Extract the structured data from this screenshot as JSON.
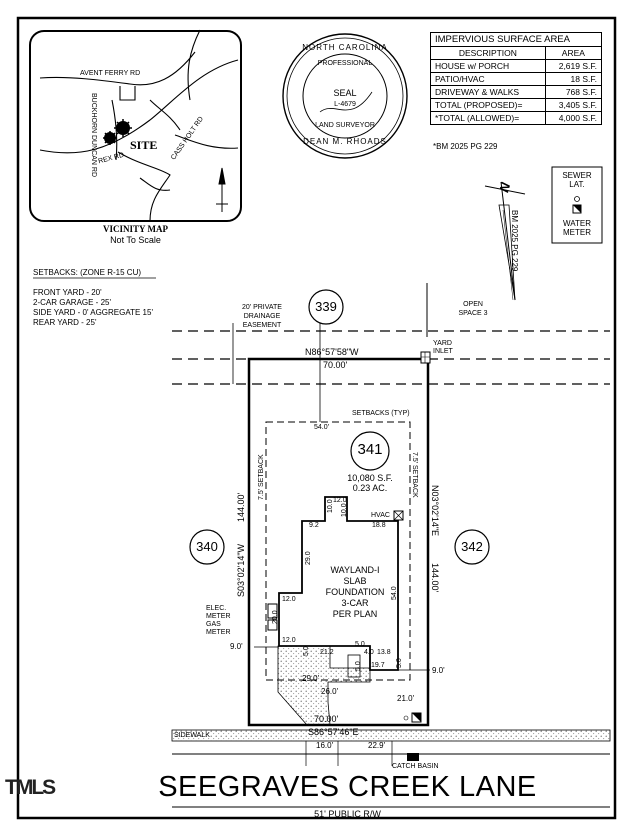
{
  "vicinity_map": {
    "title": "VICINITY MAP",
    "subtitle": "Not To Scale",
    "roads": [
      "AVENT FERRY RD",
      "BUCKHORN DUNCAN RD",
      "REX RD",
      "CASS HOLT RD"
    ],
    "site_label": "SITE"
  },
  "seal": {
    "state": "NORTH CAROLINA",
    "profession_top": "PROFESSIONAL",
    "word": "SEAL",
    "number": "L-4679",
    "profession_bottom": "LAND SURVEYOR",
    "name": "DEAN M. RHOADS"
  },
  "impervious_table": {
    "title": "IMPERVIOUS SURFACE AREA",
    "headers": [
      "DESCRIPTION",
      "AREA"
    ],
    "rows": [
      [
        "HOUSE w/ PORCH",
        "2,619 S.F."
      ],
      [
        "PATIO/HVAC",
        "18 S.F."
      ],
      [
        "DRIVEWAY & WALKS",
        "768 S.F."
      ],
      [
        "TOTAL (PROPOSED)=",
        "3,405 S.F."
      ],
      [
        "*TOTAL (ALLOWED)=",
        "4,000 S.F."
      ]
    ],
    "footnote": "*BM 2025 PG 229"
  },
  "legend": {
    "sewer_line1": "SEWER",
    "sewer_line2": "LAT.",
    "water_line1": "WATER",
    "water_line2": "METER"
  },
  "north_arrow": {
    "label": "N",
    "reference": "BM 2025 PG 229"
  },
  "setbacks": {
    "title": "SETBACKS: (ZONE R-15 CU)",
    "items": [
      "FRONT YARD - 20'",
      "2-CAR GARAGE - 25'",
      "SIDE YARD - 0' AGGREGATE 15'",
      "REAR YARD - 25'"
    ]
  },
  "plot": {
    "easement": [
      "20' PRIVATE",
      "DRAINAGE",
      "EASEMENT"
    ],
    "lot_339": "339",
    "open_space": [
      "OPEN",
      "SPACE 3"
    ],
    "yard_inlet": [
      "YARD",
      "INLET"
    ],
    "rear_bearing": "N86°57'58\"W",
    "rear_length": "70.00'",
    "setbacks_typ": "SETBACKS (TYP)",
    "dim_54": "54.0'",
    "lot_341": "341",
    "area_sf": "10,080 S.F.",
    "area_ac": "0.23 AC.",
    "side_setback_left": "7.5' SETBACK",
    "side_setback_right": "7.5' SETBACK",
    "left_bearing": "S03°02'14\"W",
    "left_length": "144.00'",
    "right_bearing": "N03°02'14\"E",
    "right_length": "144.00'",
    "lot_340": "340",
    "lot_342": "342",
    "hvac": "HVAC",
    "house": [
      "WAYLAND-I",
      "SLAB",
      "FOUNDATION",
      "3-CAR",
      "PER PLAN"
    ],
    "house_dims": {
      "d10": "10.0",
      "d12_top": "12.0",
      "d10b": "10.0",
      "d9_2": "9.2",
      "d18_8": "18.8",
      "d29": "29.0",
      "d54": "54.0",
      "d12_mid": "12.0",
      "d20": "20.0",
      "d12_low": "12.0",
      "d5a": "5.0",
      "d5b": "5.0",
      "d4": "4.0",
      "d13_8": "13.8",
      "d21_2": "21.2",
      "d5c": "5.0",
      "d19_7": "19.7",
      "d5d": "5.0"
    },
    "meters": [
      "ELEC.",
      "METER",
      "GAS",
      "METER"
    ],
    "d9_left": "9.0'",
    "d9_right": "9.0'",
    "d29_drive": "29.0'",
    "d26_drive": "26.0'",
    "d21_front": "21.0'",
    "front_length": "70.00'",
    "front_bearing": "S86°57'46\"E",
    "sidewalk": "SIDEWALK",
    "d16": "16.0'",
    "d22_9": "22.9'",
    "catch_basin": "CATCH BASIN"
  },
  "street": {
    "name": "SEEGRAVES CREEK LANE",
    "row": "51' PUBLIC R/W"
  },
  "watermark": "TMLS"
}
